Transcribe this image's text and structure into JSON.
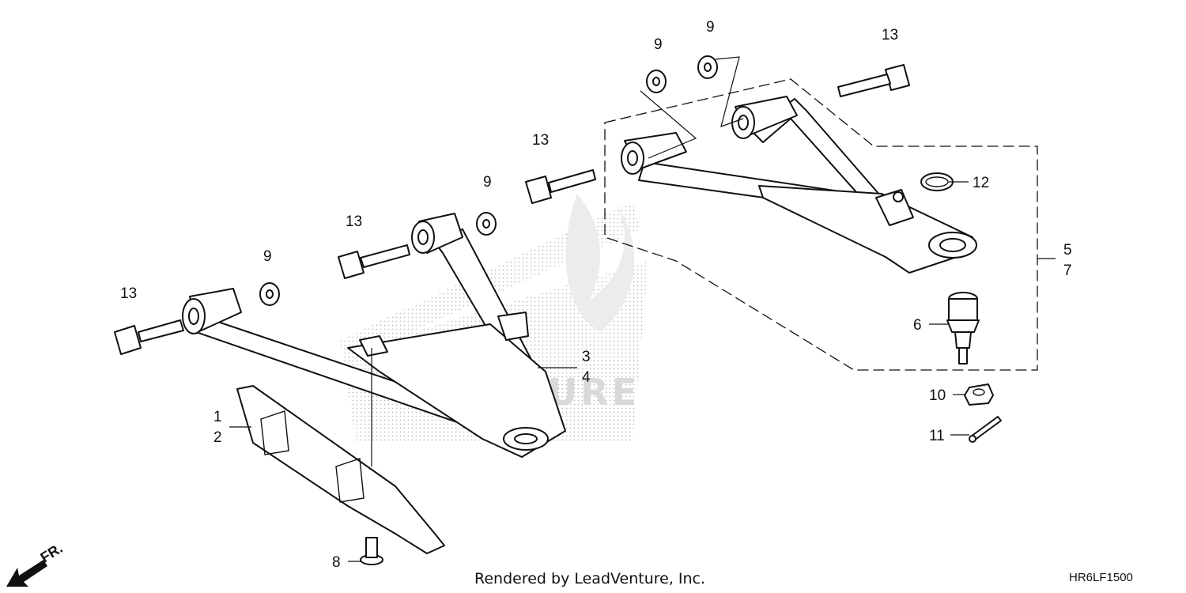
{
  "diagram": {
    "callouts": [
      {
        "id": "c13a",
        "text": "13"
      },
      {
        "id": "c9a",
        "text": "9"
      },
      {
        "id": "c13b",
        "text": "13"
      },
      {
        "id": "c9b",
        "text": "9"
      },
      {
        "id": "c13c",
        "text": "13"
      },
      {
        "id": "c9c",
        "text": "9"
      },
      {
        "id": "c9d",
        "text": "9"
      },
      {
        "id": "c13d",
        "text": "13"
      },
      {
        "id": "c12",
        "text": "12"
      },
      {
        "id": "c5",
        "text": "5"
      },
      {
        "id": "c7",
        "text": "7"
      },
      {
        "id": "c6",
        "text": "6"
      },
      {
        "id": "c3",
        "text": "3"
      },
      {
        "id": "c4",
        "text": "4"
      },
      {
        "id": "c1",
        "text": "1"
      },
      {
        "id": "c2",
        "text": "2"
      },
      {
        "id": "c10",
        "text": "10"
      },
      {
        "id": "c11",
        "text": "11"
      },
      {
        "id": "c8",
        "text": "8"
      }
    ],
    "watermark": "VENTURE",
    "direction_label": "FR.",
    "footer": "Rendered by LeadVenture, Inc.",
    "diagram_code": "HR6LF1500"
  }
}
